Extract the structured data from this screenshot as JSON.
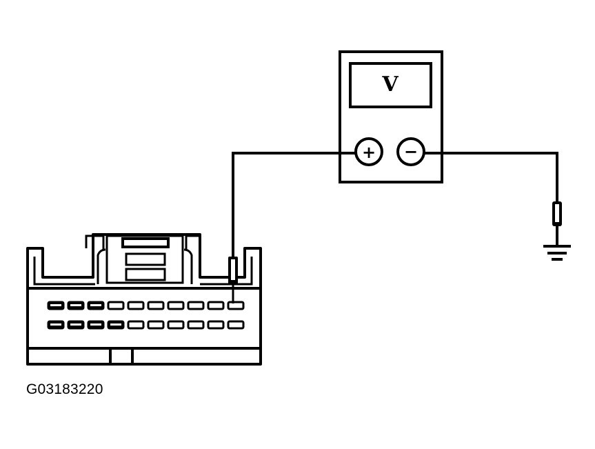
{
  "figure_id": "G03183220",
  "meter": {
    "display": "V",
    "positive_symbol": "+",
    "negative_symbol": "−"
  },
  "connector": {
    "pin_rows": 2,
    "pins_per_row": 10,
    "probed_pin": {
      "row": 1,
      "index": 10
    }
  },
  "colors": {
    "line": "#000000",
    "background": "#ffffff"
  },
  "icons": [
    "voltmeter-icon",
    "ground-symbol-icon",
    "connector-icon",
    "probe-icon"
  ]
}
